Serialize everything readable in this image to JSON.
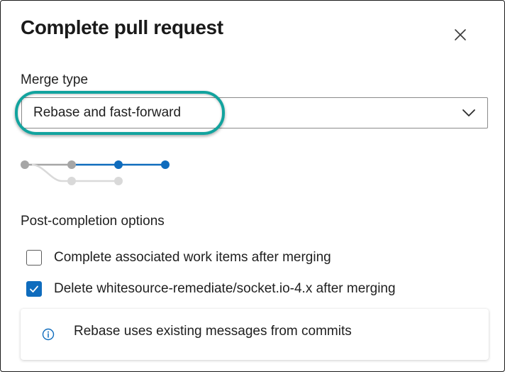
{
  "dialog": {
    "title": "Complete pull request",
    "close_icon": "close-icon"
  },
  "merge_type": {
    "label": "Merge type",
    "selected": "Rebase and fast-forward",
    "chevron_icon": "chevron-down-icon",
    "highlight_color": "#12a39e"
  },
  "post_completion": {
    "heading": "Post-completion options",
    "options": [
      {
        "label": "Complete associated work items after merging",
        "checked": false
      },
      {
        "label": "Delete whitesource-remediate/socket.io-4.x after merging",
        "checked": true
      }
    ]
  },
  "info": {
    "icon": "info-icon",
    "message": "Rebase uses existing messages from commits"
  },
  "colors": {
    "accent": "#0f6cbd",
    "graph_gray": "#a6a6a6",
    "graph_light": "#d9d9d9"
  }
}
